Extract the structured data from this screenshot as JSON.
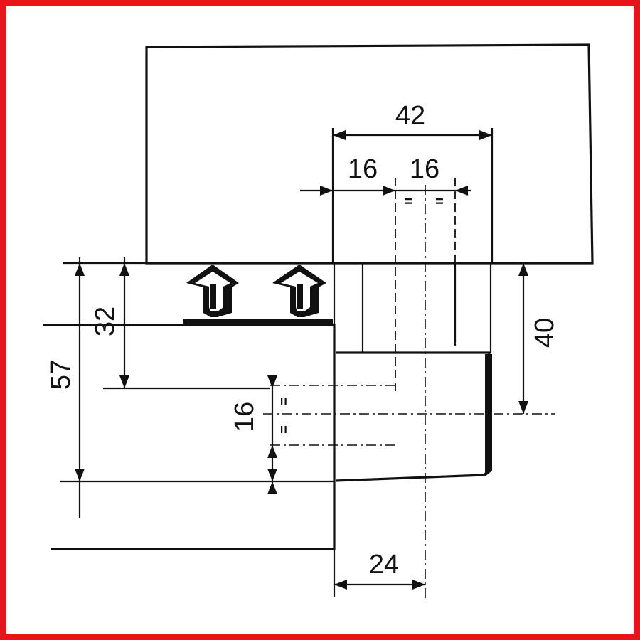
{
  "colors": {
    "frame": "#e8141c",
    "ink": "#111111",
    "background": "#ffffff"
  },
  "dimensions": {
    "top_total": "42",
    "top_left": "16",
    "top_right": "16",
    "left_outer": "57",
    "left_inner": "32",
    "right_height": "40",
    "inner_vertical": "16",
    "bottom_width": "24",
    "equal_mark": "="
  },
  "icons": {
    "clip_left": "retaining-clip-icon",
    "clip_right": "retaining-clip-icon"
  }
}
